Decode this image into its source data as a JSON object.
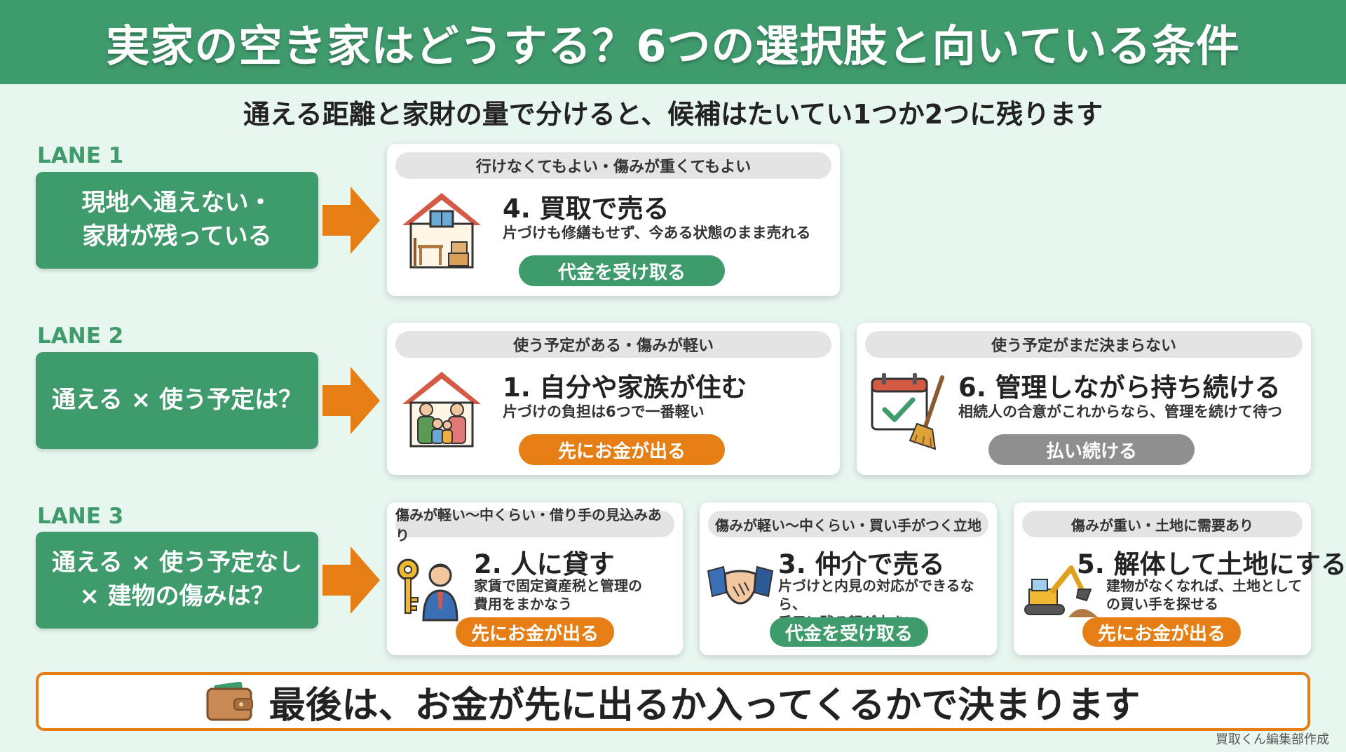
{
  "title": "実家の空き家はどうする？6つの選択肢と向いている条件",
  "subtitle": "通える距離と家財の量で分けると、候補はたいてい1つか2つに残ります",
  "lanes": [
    {
      "label": "LANE 1",
      "line1": "現地へ通えない・",
      "line2": "家財が残っている"
    },
    {
      "label": "LANE 2",
      "line1": "通える × 使う予定は？",
      "line2": ""
    },
    {
      "label": "LANE 3",
      "line1": "通える × 使う予定なし",
      "line2": "× 建物の傷みは？"
    }
  ],
  "cards": {
    "buyback": {
      "condition": "行けなくてもよい・傷みが重くてもよい",
      "title": "4. 買取で売る",
      "desc1": "片づけも修繕もせず、今ある状態のまま売れる",
      "desc2": "",
      "pill": "代金を受け取る",
      "icon": "house-furniture-icon"
    },
    "live": {
      "condition": "使う予定がある・傷みが軽い",
      "title": "1. 自分や家族が住む",
      "desc1": "片づけの負担は6つで一番軽い",
      "desc2": "",
      "pill": "先にお金が出る",
      "icon": "family-house-icon"
    },
    "keep": {
      "condition": "使う予定がまだ決まらない",
      "title": "6. 管理しながら持ち続ける",
      "desc1": "相続人の合意がこれからなら、管理を続けて待つ",
      "desc2": "",
      "pill": "払い続ける",
      "icon": "calendar-broom-icon"
    },
    "rent": {
      "condition": "傷みが軽い〜中くらい・借り手の見込みあり",
      "title": "2. 人に貸す",
      "desc1": "家賃で固定資産税と管理の",
      "desc2": "費用をまかなう",
      "pill": "先にお金が出る",
      "icon": "key-person-icon"
    },
    "broker": {
      "condition": "傷みが軽い〜中くらい・買い手がつく立地",
      "title": "3. 仲介で売る",
      "desc1": "片づけと内見の対応ができるなら、",
      "desc2": "手元に残る額が大きい",
      "pill": "代金を受け取る",
      "icon": "handshake-icon"
    },
    "demolish": {
      "condition": "傷みが重い・土地に需要あり",
      "title": "5. 解体して土地にする",
      "desc1": "建物がなくなれば、土地として",
      "desc2": "の買い手を探せる",
      "pill": "先にお金が出る",
      "icon": "excavator-icon"
    }
  },
  "bottom": {
    "text": "最後は、お金が先に出るか入ってくるかで決まります",
    "icon": "wallet-icon"
  },
  "credit": "買取くん編集部作成",
  "colors": {
    "green": "#3f9a6c",
    "orange": "#e47e15",
    "gray": "#8f8f8f",
    "background": "#e7f6ef"
  }
}
